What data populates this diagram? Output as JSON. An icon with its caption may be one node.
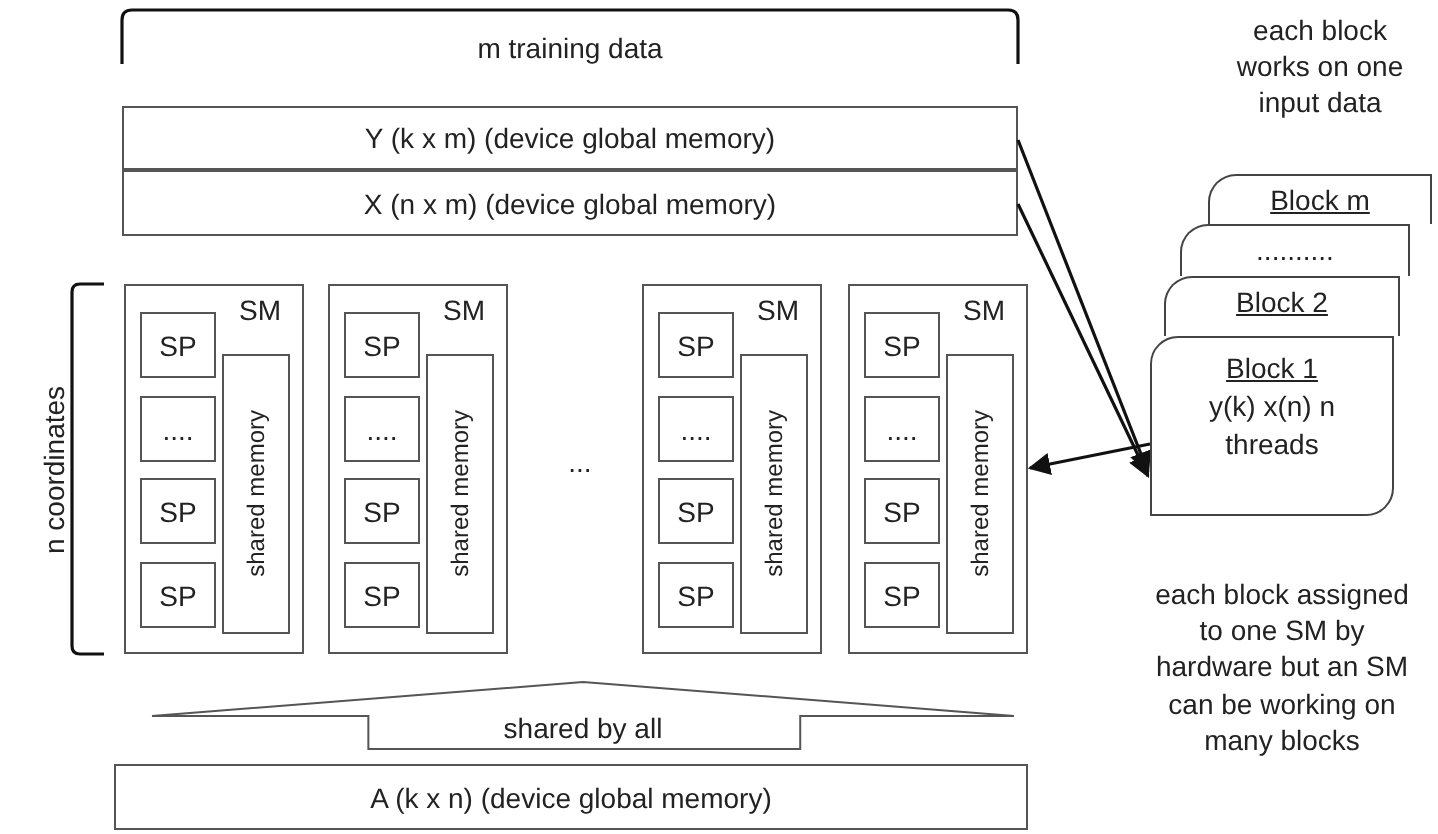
{
  "diagram": {
    "nodes": [
      {
        "text": [
          "Y (k x m) (device global memory)"
        ]
      },
      {
        "text": [
          "X (n x m) (device global memory)"
        ]
      },
      {
        "text": [
          "SM"
        ]
      },
      {
        "text": [
          "SP"
        ],
        "in": 2
      },
      {
        "text": [
          "...."
        ],
        "in": 2
      },
      {
        "text": [
          "SP"
        ],
        "in": 2
      },
      {
        "text": [
          "SP"
        ],
        "in": 2
      },
      {
        "text": [
          "shared memory"
        ],
        "in": 2
      },
      {
        "text": [
          "SM"
        ]
      },
      {
        "text": [
          "SP"
        ],
        "in": 8
      },
      {
        "text": [
          "...."
        ],
        "in": 8
      },
      {
        "text": [
          "SP"
        ],
        "in": 8
      },
      {
        "text": [
          "SP"
        ],
        "in": 8
      },
      {
        "text": [
          "shared memory"
        ],
        "in": 8
      },
      {
        "text": [
          "SM"
        ]
      },
      {
        "text": [
          "SP"
        ],
        "in": 14
      },
      {
        "text": [
          "...."
        ],
        "in": 14
      },
      {
        "text": [
          "SP"
        ],
        "in": 14
      },
      {
        "text": [
          "SP"
        ],
        "in": 14
      },
      {
        "text": [
          "shared memory"
        ],
        "in": 14
      },
      {
        "text": [
          "SM"
        ]
      },
      {
        "text": [
          "SP"
        ],
        "in": 20
      },
      {
        "text": [
          "...."
        ],
        "in": 20
      },
      {
        "text": [
          "SP"
        ],
        "in": 20
      },
      {
        "text": [
          "SP"
        ],
        "in": 20
      },
      {
        "text": [
          "shared memory"
        ],
        "in": 20
      },
      {
        "text": [
          "Block m"
        ]
      },
      {
        "text": [
          ".........."
        ]
      },
      {
        "text": [
          "Block 2"
        ]
      },
      {
        "text": [
          "Block 1",
          "y(k) x(n) n threads"
        ]
      },
      {
        "text": [
          "shared by all"
        ]
      },
      {
        "text": [
          "A (k x n) (device global memory)"
        ]
      }
    ],
    "edges": [
      {
        "from": 0,
        "to": 29,
        "arrow": "to"
      },
      {
        "from": 1,
        "to": 29,
        "arrow": "to"
      },
      {
        "from": 29,
        "to": 20,
        "arrow": "to"
      }
    ],
    "labels": [
      "m training data",
      "each block works on one input data",
      "n coordinates",
      "...",
      "each block assigned to one SM by hardware but an SM can be working on many blocks"
    ]
  }
}
